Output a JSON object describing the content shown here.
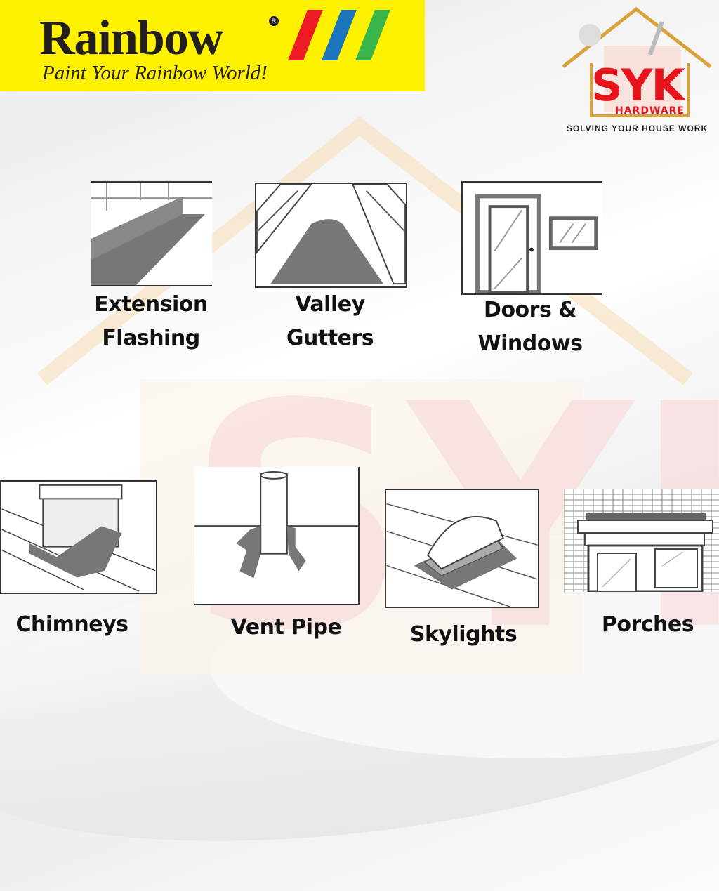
{
  "brand": {
    "name": "Rainbow",
    "registered_mark": "R",
    "tagline": "Paint Your Rainbow World!",
    "stripe_colors": [
      "#ed1c24",
      "#1b75bc",
      "#39b54a"
    ],
    "banner_color": "#fff200"
  },
  "retailer": {
    "logo_text": "SYK",
    "logo_subtext": "HARDWARE",
    "tagline": "SOLVING YOUR HOUSE WORK",
    "logo_color": "#e8141b",
    "roof_color": "#d9a23a"
  },
  "applications": [
    {
      "label": "Extension Flashing",
      "line1": "Extension",
      "line2": "Flashing",
      "icon": "extension-flashing-illustration"
    },
    {
      "label": "Valley Gutters",
      "line1": "Valley",
      "line2": "Gutters",
      "icon": "valley-gutters-illustration"
    },
    {
      "label": "Doors & Windows",
      "line1": "Doors &",
      "line2": "Windows",
      "icon": "doors-windows-illustration"
    },
    {
      "label": "Chimneys",
      "line1": "Chimneys",
      "icon": "chimney-illustration"
    },
    {
      "label": "Vent Pipe",
      "line1": "Vent Pipe",
      "icon": "vent-pipe-illustration"
    },
    {
      "label": "Skylights",
      "line1": "Skylights",
      "icon": "skylight-illustration"
    },
    {
      "label": "Porches",
      "line1": "Porches",
      "icon": "porch-illustration"
    }
  ]
}
